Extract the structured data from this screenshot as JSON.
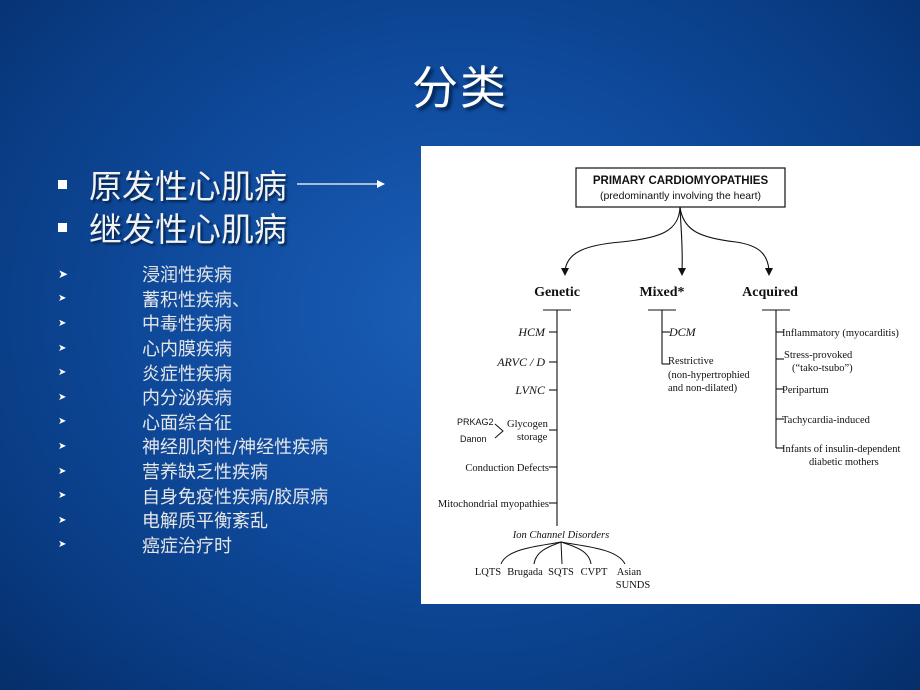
{
  "slide": {
    "title": "分类",
    "main_bullets": [
      "原发性心肌病",
      "继发性心肌病"
    ],
    "sub_bullets": [
      "浸润性疾病",
      "蓄积性疾病、",
      "中毒性疾病",
      "心内膜疾病",
      "炎症性疾病",
      "内分泌疾病",
      "心面综合征",
      "神经肌肉性/神经性疾病",
      "营养缺乏性疾病",
      "自身免疫性疾病/胶原病",
      "电解质平衡紊乱",
      "癌症治疗时"
    ]
  },
  "diagram": {
    "root_title": "PRIMARY CARDIOMYOPATHIES",
    "root_subtitle": "(predominantly involving the heart)",
    "branches": {
      "genetic": {
        "label": "Genetic",
        "items": [
          "HCM",
          "ARVC / D",
          "LVNC"
        ],
        "glycogen": {
          "genes": [
            "PRKAG2",
            "Danon"
          ],
          "label_line1": "Glycogen",
          "label_line2": "storage"
        },
        "conduction": "Conduction Defects",
        "mito": "Mitochondrial myopathies",
        "ion": {
          "label": "Ion Channel Disorders",
          "children": [
            "LQTS",
            "Brugada",
            "SQTS",
            "CVPT",
            "Asian",
            "SUNDS"
          ]
        }
      },
      "mixed": {
        "label": "Mixed*",
        "dcm": "DCM",
        "restrictive": [
          "Restrictive",
          "(non-hypertrophied",
          "and non-dilated)"
        ]
      },
      "acquired": {
        "label": "Acquired",
        "items": [
          [
            "Inflammatory (myocarditis)"
          ],
          [
            "Stress-provoked",
            "(“tako-tsubo”)"
          ],
          [
            "Peripartum"
          ],
          [
            "Tachycardia-induced"
          ],
          [
            "Infants of insulin-dependent",
            "diabetic mothers"
          ]
        ]
      }
    }
  }
}
